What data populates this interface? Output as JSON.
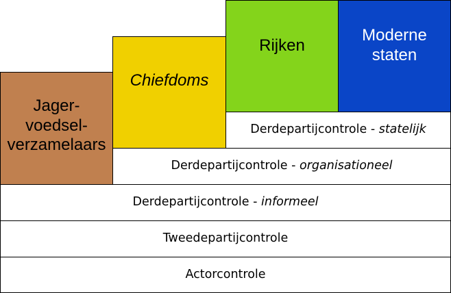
{
  "colors": {
    "jager": "#c0804f",
    "chiefdoms": "#f0d000",
    "rijken": "#84d41b",
    "moderne": "#0a45c7",
    "row": "#ffffff",
    "border": "#000000"
  },
  "rows": {
    "actor": "Actorcontrole",
    "tweede": "Tweedepartijcontrole",
    "informeel_prefix": "Derdepartijcontrole - ",
    "informeel_suffix": "informeel",
    "organisatie_prefix": "Derdepartijcontrole - ",
    "organisatie_suffix": "organisationeel",
    "statelijk_prefix": "Derdepartijcontrole - ",
    "statelijk_suffix": "statelijk"
  },
  "blocks": {
    "jager_lines": [
      "Jager-",
      "voedsel-",
      "verzamelaars"
    ],
    "chiefdoms": "Chiefdoms",
    "rijken": "Rijken",
    "moderne_lines": [
      "Moderne",
      "staten"
    ]
  }
}
